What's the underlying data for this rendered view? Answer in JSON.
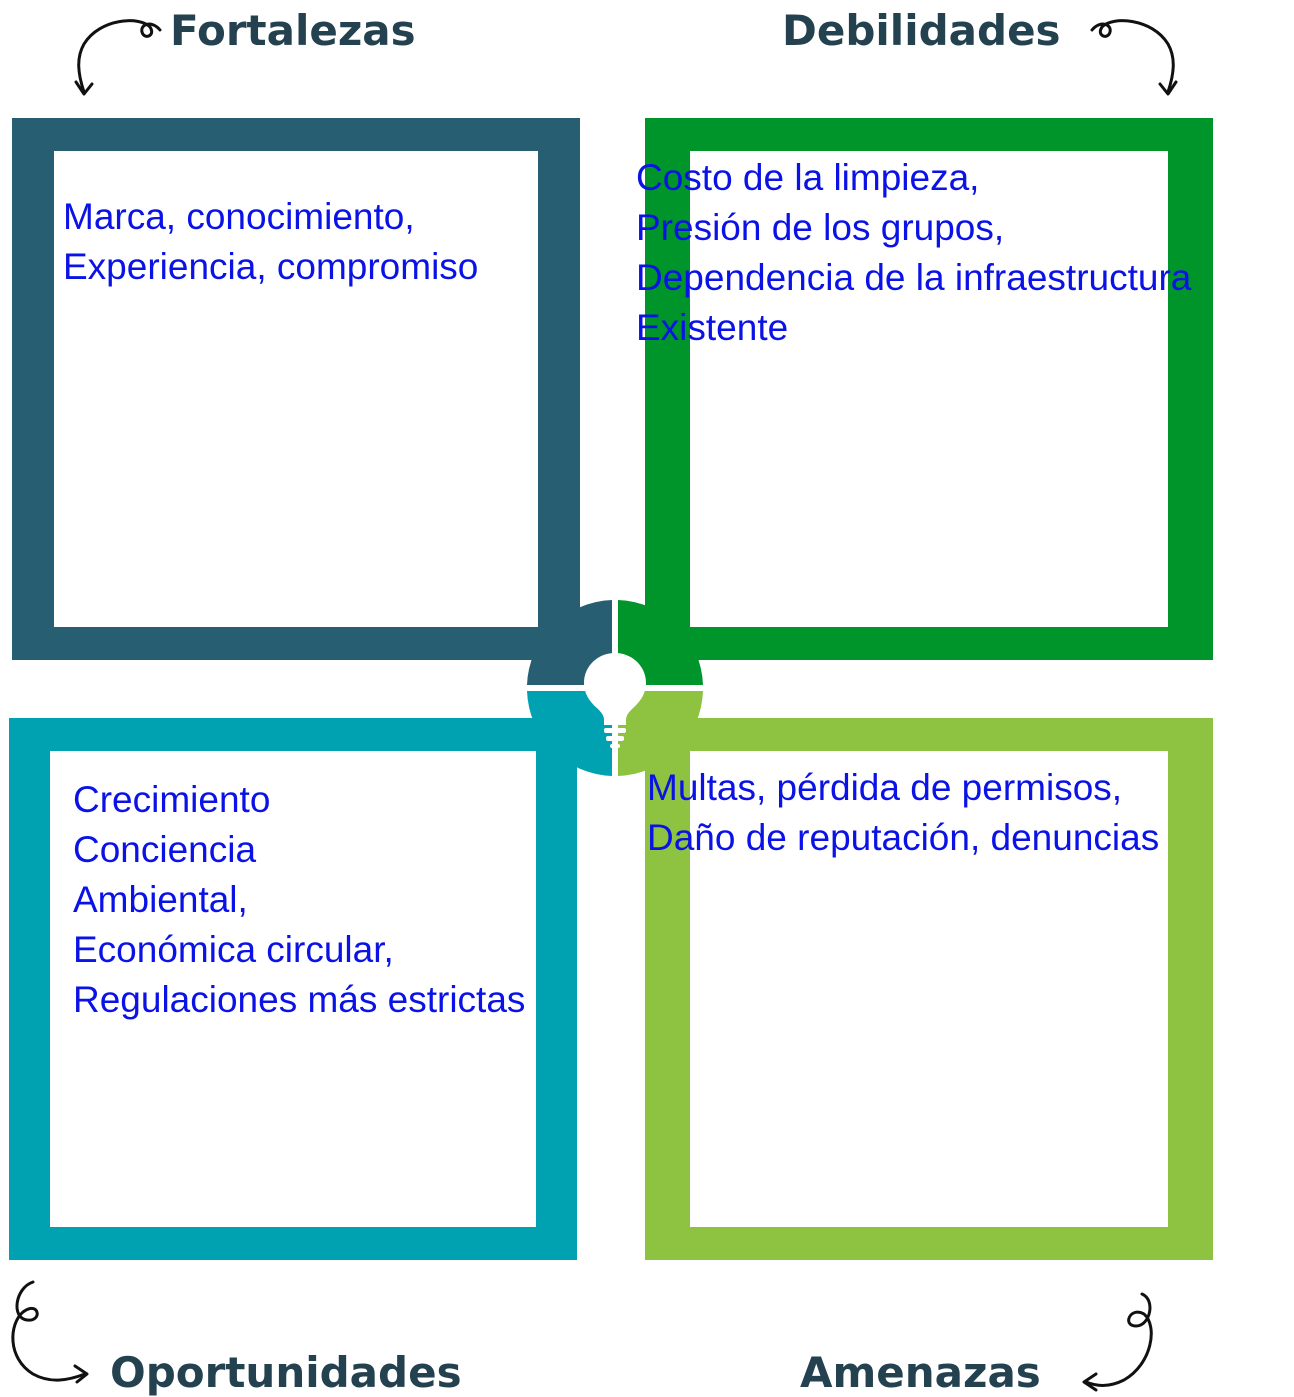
{
  "colors": {
    "strengths": "#285e72",
    "weaknesses": "#00952b",
    "opportunities": "#00a1b0",
    "threats": "#8dc341",
    "heading_text": "#24414f",
    "body_text": "#0a12e6"
  },
  "quadrants": {
    "strengths": {
      "title": "Fortalezas",
      "lines": [
        "Marca, conocimiento,",
        "Experiencia, compromiso"
      ]
    },
    "weaknesses": {
      "title": "Debilidades",
      "lines": [
        "Costo de la limpieza,",
        "Presión de los grupos,",
        "Dependencia de la infraestructura",
        "Existente"
      ]
    },
    "opportunities": {
      "title": "Oportunidades",
      "lines": [
        "Crecimiento",
        "Conciencia",
        "Ambiental,",
        "Económica circular,",
        "Regulaciones más estrictas"
      ]
    },
    "threats": {
      "title": "Amenazas",
      "lines": [
        "Multas, pérdida de permisos,",
        "Daño de reputación, denuncias"
      ]
    }
  },
  "icons": {
    "center": "lightbulb-icon",
    "arrows": [
      "curly-arrow-icon"
    ]
  }
}
